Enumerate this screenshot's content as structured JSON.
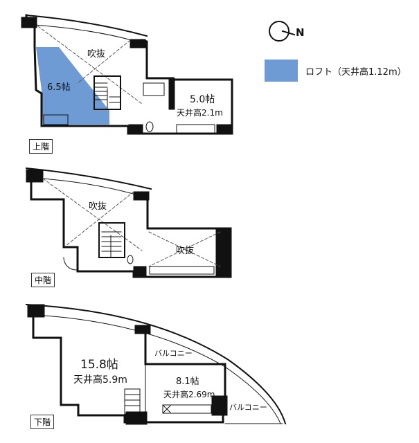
{
  "legend": {
    "north_label": "N",
    "loft_label": "ロフト（天井高1.12m）",
    "loft_color": "#6f9bd4"
  },
  "upper_floor": {
    "tag": "上階",
    "void_label": "吹抜",
    "loft_area": "6.5帖",
    "room_area": "5.0帖",
    "room_ceiling": "天井高2.1m"
  },
  "middle_floor": {
    "tag": "中階",
    "void_label_1": "吹抜",
    "void_label_2": "吹抜"
  },
  "lower_floor": {
    "tag": "下階",
    "main_area": "15.8帖",
    "main_ceiling": "天井高5.9m",
    "room_area": "8.1帖",
    "room_ceiling": "天井高2.69m",
    "balcony_1": "バルコニー",
    "balcony_2": "バルコニー"
  }
}
